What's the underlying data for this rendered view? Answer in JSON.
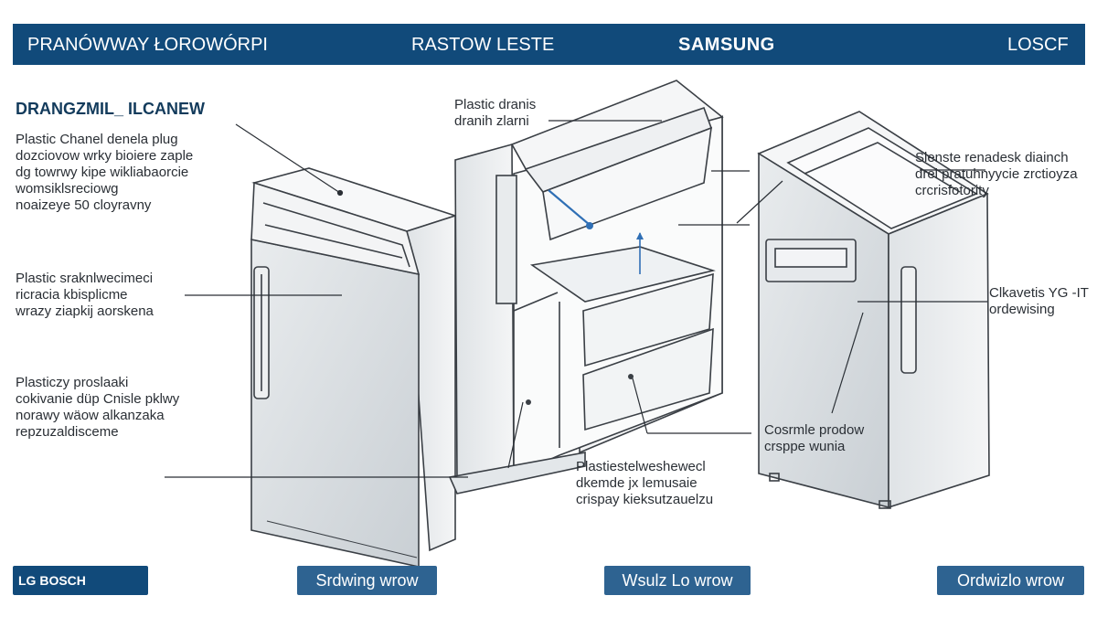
{
  "header": {
    "left": "PRANÓWWAY ŁOROWÓRPI",
    "center": "RASTOW LESTE",
    "brand": "SAMSUNG",
    "right": "LOSCF"
  },
  "section_title": "DRANGZMIL_ ILCANEW",
  "labels": {
    "l1": [
      "Plastic Chanel denela plug",
      "dozciovow wrky bioiere zaple",
      "dg towrwy kipe wikliabaorcie",
      "womsiklsreciowg",
      "noaizeye 50 cloyravny"
    ],
    "l2": [
      "Plastic sraknlwecimeci",
      "ricracia kbisplicme",
      "wrazy ziapkij aorskena"
    ],
    "l3": [
      "Plasticzy proslaaki",
      "cokivanie düp Cnisle pklwy",
      "norawy wäow alkanzaka",
      "repzuzaldisceme"
    ],
    "c1": [
      "Plastic dranis",
      "dranih zlarni"
    ],
    "c2": [
      "Plastiestelweshewecl",
      "dkemde jx lemusaie",
      "crispay kieksutzauelzu"
    ],
    "r1": [
      "Slenste renadesk diainch",
      "drel pratuhnyycie zrctioyza",
      "crcrisfotority"
    ],
    "r2": [
      "Clkavetis YG -IT",
      "ordewising"
    ],
    "r3": [
      "Cosrmle prodow",
      "crsppe wunia"
    ]
  },
  "footer": {
    "brand_tab": "LG BOSCH",
    "tab1": "Srdwing wrow",
    "tab2": "Wsulz Lo wrow",
    "tab3": "Ordwizlo wrow"
  },
  "colors": {
    "header_bg": "#114a7a",
    "tab_bg": "#2e6391",
    "line_art": "#3a3f45",
    "accent_blue": "#2f6fb5"
  }
}
